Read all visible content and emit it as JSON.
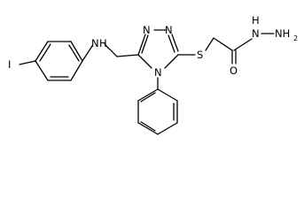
{
  "molecule": {
    "atoms": {
      "iodine": "I",
      "amine_n": "N",
      "amine_h": "H",
      "triazole_n1": "N",
      "triazole_n2": "N",
      "triazole_n4": "N",
      "sulfur": "S",
      "carbonyl_o": "O",
      "hydrazide_n": "N",
      "hydrazide_h": "H",
      "terminal_nh2": "NH",
      "terminal_sub": "2"
    }
  }
}
